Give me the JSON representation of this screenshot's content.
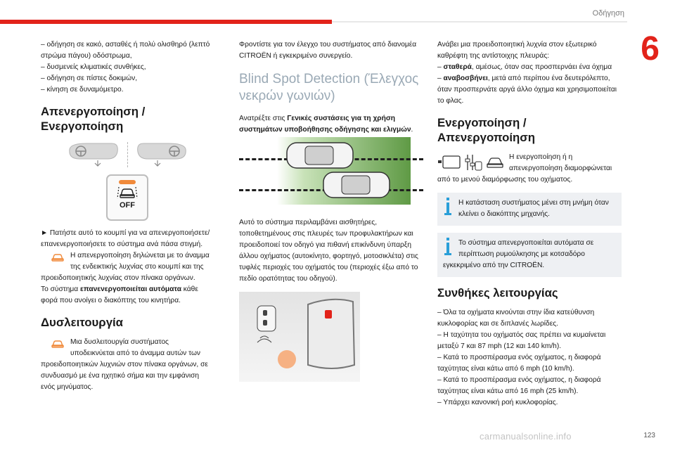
{
  "header": {
    "title": "Οδήγηση",
    "chapter": "6",
    "page": "123"
  },
  "watermark": "carmanualsonline.info",
  "col1": {
    "intro_items": [
      "οδήγηση σε κακό, ασταθές ή πολύ ολισθηρό (λεπτό στρώμα πάγου) οδόστρωμα,",
      "δυσμενείς κλιματικές συνθήκες,",
      "οδήγηση σε πίστες δοκιμών,",
      "κίνηση σε δυναμόμετρο."
    ],
    "h_deact_1": "Απενεργοποίηση /",
    "h_deact_2": "Ενεργοποίηση",
    "off_label": "OFF",
    "press_text": "Πατήστε αυτό το κουμπί για να απενεργοποιήσετε/ επανενεργοποιήσετε το σύστημα ανά πάσα στιγμή.",
    "deact_warn_first": "Η απενεργοποίηση δηλώνεται με το άναμμα της ενδεικτικής λυχνίας στο κουμπί και της",
    "deact_warn_rest": "προειδοποιητικής λυχνίας στον πίνακα οργάνων.",
    "reactivate_pre": "Το σύστημα ",
    "reactivate_bold": "επανενεργοποιείται αυτόματα",
    "reactivate_post": " κάθε φορά που ανοίγει ο διακόπτης του κινητήρα.",
    "h_fault": "Δυσλειτουργία",
    "fault_first": "Μια δυσλειτουργία συστήματος υποδεικνύεται από το άναμμα αυτών των",
    "fault_rest": "προειδοποιητικών λυχνιών στον πίνακα οργάνων, σε συνδυασμό με ένα ηχητικό σήμα και την εμφάνιση ενός μηνύματος."
  },
  "col2": {
    "intro": "Φροντίστε για τον έλεγχο του συστήματος από διανομέα CITROËN ή εγκεκριμένο συνεργείο.",
    "title": "Blind Spot Detection (Έλεγχος νεκρών γωνιών)",
    "ref_pre": "Ανατρέξτε στις ",
    "ref_bold": "Γενικές συστάσεις για τη χρήση συστημάτων υποβοήθησης οδήγησης και ελιγμών",
    "ref_post": ".",
    "desc": "Αυτό το σύστημα περιλαμβάνει αισθητήρες, τοποθετημένους στις πλευρές των προφυλακτήρων και προειδοποιεί τον οδηγό για πιθανή επικίνδυνη ύπαρξη άλλου οχήματος (αυτοκίνητο, φορτηγό, μοτοσικλέτα) στις τυφλές περιοχές του οχήματός του (περιοχές έξω από το πεδίο ορατότητας του οδηγού)."
  },
  "col3": {
    "intro": "Ανάβει μια προειδοποιητική λυχνία στον εξωτερικό καθρέφτη της αντίστοιχης πλευράς:",
    "item1_bold": "σταθερά",
    "item1_rest": ", αμέσως, όταν σας προσπερνάει ένα όχημα",
    "item2_bold": "αναβοσβήνει",
    "item2_rest": ", μετά από περίπου ένα δευτερόλεπτο, όταν προσπερνάτε αργά άλλο όχημα και χρησιμοποιείται το φλας.",
    "h_act_1": "Ενεργοποίηση /",
    "h_act_2": "Απενεργοποίηση",
    "act_first": "Η ενεργοποίηση ή η απενεργοποίηση διαμορφώνεται",
    "act_rest": "από το μενού διαμόρφωσης του οχήματος.",
    "info1": "Η κατάσταση συστήματος μένει στη μνήμη όταν κλείνει ο διακόπτης μηχανής.",
    "info2_first": "Το σύστημα απενεργοποιείται αυτόματα σε περίπτωση ρυμούλκησης με κοτσαδόρο",
    "info2_rest": "εγκεκριμένο από την CITROËN.",
    "h_cond": "Συνθήκες λειτουργίας",
    "conditions": [
      "Όλα τα οχήματα κινούνται στην ίδια κατεύθυνση κυκλοφορίας και σε διπλανές λωρίδες.",
      "Η ταχύτητα του οχήματός σας πρέπει να κυμαίνεται μεταξύ 7 και 87 mph (12 και 140 km/h).",
      "Κατά το προσπέρασμα ενός οχήματος, η διαφορά ταχύτητας είναι κάτω από 6 mph (10 km/h).",
      "Κατά το προσπέρασμα ενός οχήματος, η διαφορά ταχύτητας είναι κάτω από 16 mph (25 km/h).",
      "Υπάρχει κανονική ροή κυκλοφορίας."
    ]
  },
  "colors": {
    "accent": "#e2231a",
    "heading_grey": "#9aa9b5",
    "info_blue": "#2a9fd8",
    "warning_orange": "#f08a3b"
  }
}
